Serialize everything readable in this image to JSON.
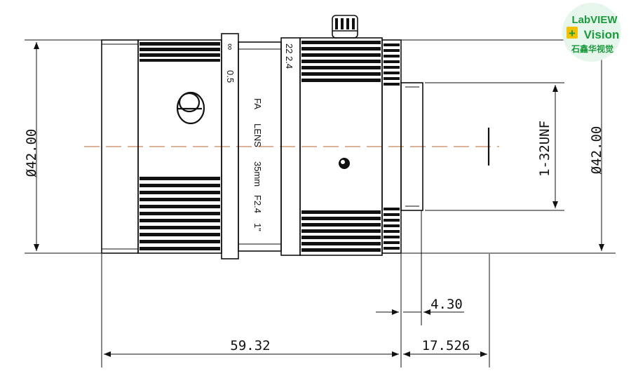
{
  "logo": {
    "line1": "LabVIEW",
    "line2": "Vision",
    "line3": "石鑫华视觉",
    "plus_symbol": "+",
    "colors": {
      "text": "#1a9a3c",
      "plus": "#f2c200",
      "badge": "#e6f6ec"
    }
  },
  "dimensions": {
    "left_diameter": "Ø42.00",
    "right_diameter": "Ø42.00",
    "thread": "1-32UNF",
    "overall_length": "59.32",
    "flange_distance": "17.526",
    "mount_offset": "4.30"
  },
  "lens_labels": {
    "focus_min": "0.5",
    "focus_inf": "∞",
    "aperture_max": "2.4",
    "aperture_min": "22",
    "model_text": [
      "FA",
      "LENS",
      "35mm",
      "F2.4",
      "1\""
    ]
  },
  "colors": {
    "line": "#111111",
    "centerline": "#c8855a"
  }
}
